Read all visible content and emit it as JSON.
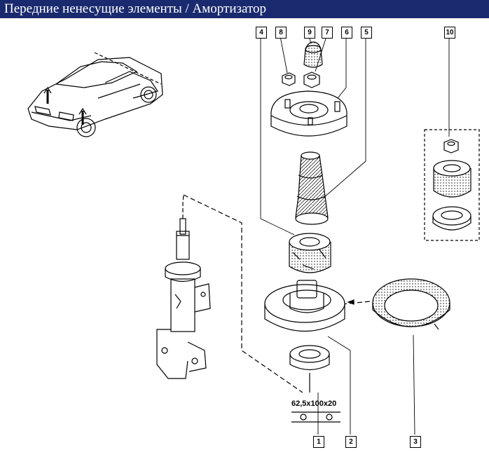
{
  "title": "Передние ненесущие элементы / Амортизатор",
  "dimension": "62,5x100x20",
  "callouts": [
    "4",
    "8",
    "9",
    "7",
    "6",
    "5",
    "10",
    "1",
    "2",
    "3"
  ],
  "colors": {
    "title_bg": "#1a2a6e",
    "title_fg": "#ffffff",
    "line": "#000000"
  }
}
